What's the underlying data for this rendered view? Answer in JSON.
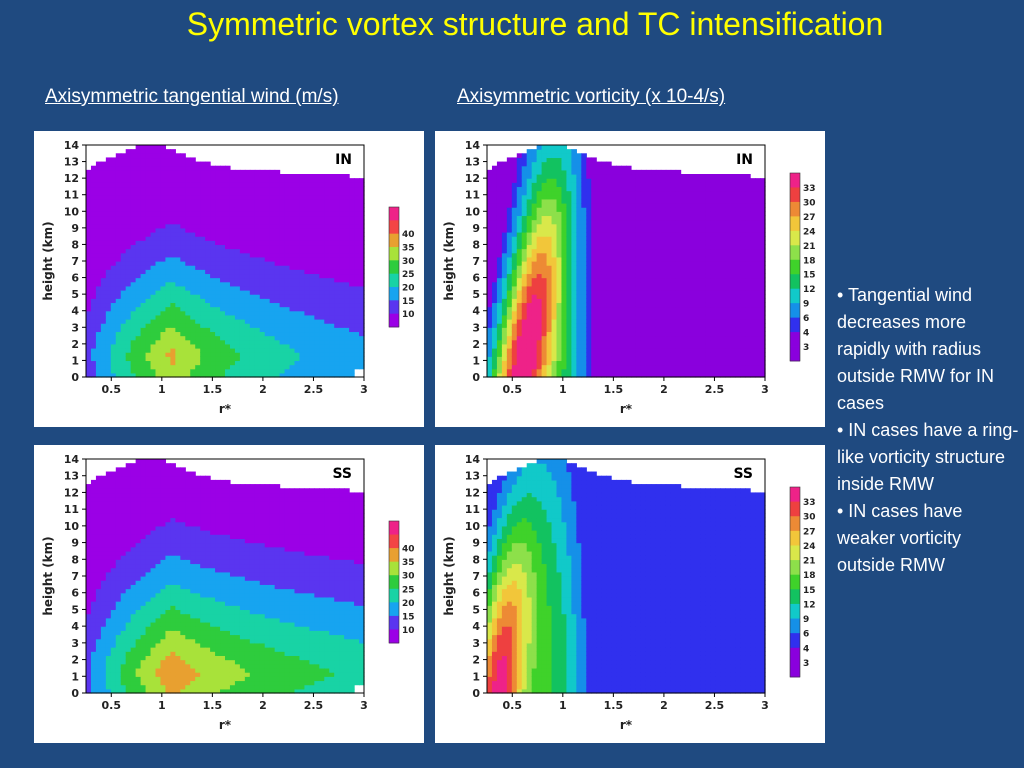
{
  "slide": {
    "title": "Symmetric vortex structure and TC intensification",
    "subtitle_left": "Axisymmetric tangential wind (m/s)",
    "subtitle_right": "Axisymmetric vorticity (x 10-4/s)",
    "bullets": [
      "• Tangential wind decreases more rapidly with radius outside RMW for IN cases",
      "• IN cases have a ring-like vorticity structure inside RMW",
      "• IN cases have weaker vorticity outside RMW"
    ]
  },
  "chart_data": [
    {
      "type": "contour",
      "panel_label": "IN",
      "field": "tangential wind",
      "xlabel": "r*",
      "ylabel": "height (km)",
      "xlim": [
        0.25,
        3.0
      ],
      "ylim": [
        0,
        14
      ],
      "xticks": [
        "0.5",
        "1",
        "1.5",
        "2",
        "2.5",
        "3"
      ],
      "yticks": [
        "0",
        "1",
        "2",
        "3",
        "4",
        "5",
        "6",
        "7",
        "8",
        "9",
        "10",
        "11",
        "12",
        "13",
        "14"
      ],
      "colorbar_ticks": [
        "10",
        "15",
        "20",
        "25",
        "30",
        "35",
        "40"
      ],
      "colorbar_colors": [
        "#9b00e6",
        "#5a35f0",
        "#17a4f0",
        "#18d3a5",
        "#2ecc3d",
        "#a8e23a",
        "#e8a030",
        "#f34545",
        "#ee2288"
      ],
      "levels": [
        10,
        15,
        20,
        25,
        30,
        35,
        40
      ],
      "fill_levels": [
        0,
        10,
        15,
        20,
        25,
        30,
        35,
        40
      ],
      "vmax": 39,
      "rmax": 1.1,
      "zmax": 1.3,
      "width_scale": 0.55,
      "depth_scale": 8.5,
      "outer_decay": 1.4
    },
    {
      "type": "contour",
      "panel_label": "IN",
      "field": "vorticity",
      "xlabel": "r*",
      "ylabel": "height (km)",
      "xlim": [
        0.25,
        3.0
      ],
      "ylim": [
        0,
        14
      ],
      "xticks": [
        "0.5",
        "1",
        "1.5",
        "2",
        "2.5",
        "3"
      ],
      "yticks": [
        "0",
        "1",
        "2",
        "3",
        "4",
        "5",
        "6",
        "7",
        "8",
        "9",
        "10",
        "11",
        "12",
        "13",
        "14"
      ],
      "colorbar_ticks": [
        "3",
        "4",
        "6",
        "9",
        "12",
        "15",
        "18",
        "21",
        "24",
        "27",
        "30",
        "33"
      ],
      "colorbar_colors": [
        "#8a00dd",
        "#8a00dd",
        "#3030ee",
        "#1590e8",
        "#11c9c9",
        "#12c260",
        "#3fd22a",
        "#8de04a",
        "#d9e84a",
        "#f2c63a",
        "#ed8a35",
        "#ee4040",
        "#ee2288"
      ],
      "levels": [
        3,
        4,
        6,
        9,
        12,
        15,
        18,
        21,
        24,
        27,
        30,
        33
      ],
      "fill_levels": [
        0,
        3,
        4,
        6,
        9,
        12,
        15,
        18,
        21,
        24,
        27,
        30,
        33
      ],
      "core_value": 30,
      "core_r": 0.55,
      "core_z": 1.0,
      "outer_value": 3.5
    },
    {
      "type": "contour",
      "panel_label": "SS",
      "field": "tangential wind",
      "xlabel": "r*",
      "ylabel": "height (km)",
      "xlim": [
        0.25,
        3.0
      ],
      "ylim": [
        0,
        14
      ],
      "xticks": [
        "0.5",
        "1",
        "1.5",
        "2",
        "2.5",
        "3"
      ],
      "yticks": [
        "0",
        "1",
        "2",
        "3",
        "4",
        "5",
        "6",
        "7",
        "8",
        "9",
        "10",
        "11",
        "12",
        "13",
        "14"
      ],
      "colorbar_ticks": [
        "10",
        "15",
        "20",
        "25",
        "30",
        "35",
        "40"
      ],
      "colorbar_colors": [
        "#9b00e6",
        "#5a35f0",
        "#17a4f0",
        "#18d3a5",
        "#2ecc3d",
        "#a8e23a",
        "#e8a030",
        "#f34545",
        "#ee2288"
      ],
      "levels": [
        10,
        15,
        20,
        25,
        30,
        35,
        40
      ],
      "fill_levels": [
        0,
        10,
        15,
        20,
        25,
        30,
        35,
        40
      ],
      "vmax": 42,
      "rmax": 1.1,
      "zmax": 1.2,
      "width_scale": 0.6,
      "depth_scale": 9.5,
      "outer_decay": 0.9
    },
    {
      "type": "contour",
      "panel_label": "SS",
      "field": "vorticity",
      "xlabel": "r*",
      "ylabel": "height (km)",
      "xlim": [
        0.25,
        3.0
      ],
      "ylim": [
        0,
        14
      ],
      "xticks": [
        "0.5",
        "1",
        "1.5",
        "2",
        "2.5",
        "3"
      ],
      "yticks": [
        "0",
        "1",
        "2",
        "3",
        "4",
        "5",
        "6",
        "7",
        "8",
        "9",
        "10",
        "11",
        "12",
        "13",
        "14"
      ],
      "colorbar_ticks": [
        "3",
        "4",
        "6",
        "9",
        "12",
        "15",
        "18",
        "21",
        "24",
        "27",
        "30",
        "33"
      ],
      "colorbar_colors": [
        "#8a00dd",
        "#8a00dd",
        "#3030ee",
        "#1590e8",
        "#11c9c9",
        "#12c260",
        "#3fd22a",
        "#8de04a",
        "#d9e84a",
        "#f2c63a",
        "#ed8a35",
        "#ee4040",
        "#ee2288"
      ],
      "levels": [
        3,
        4,
        6,
        9,
        12,
        15,
        18,
        21,
        24,
        27,
        30,
        33
      ],
      "fill_levels": [
        0,
        3,
        4,
        6,
        9,
        12,
        15,
        18,
        21,
        24,
        27,
        30,
        33
      ],
      "core_value": 33,
      "core_r": 0.35,
      "core_z": 1.0,
      "outer_value": 5
    }
  ]
}
